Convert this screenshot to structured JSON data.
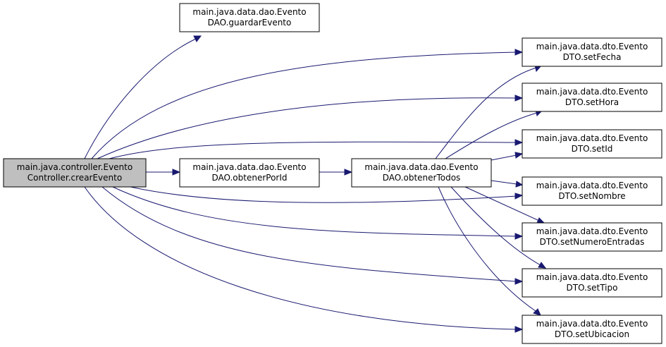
{
  "colors": {
    "edge": "#191970",
    "node_border": "#000000",
    "node_fill": "#ffffff",
    "root_fill": "#bfbfbf",
    "text": "#000000"
  },
  "nodes": {
    "crear": {
      "line1": "main.java.controller.Evento",
      "line2": "Controller.crearEvento",
      "highlight": true
    },
    "guardar": {
      "line1": "main.java.data.dao.Evento",
      "line2": "DAO.guardarEvento"
    },
    "porId": {
      "line1": "main.java.data.dao.Evento",
      "line2": "DAO.obtenerPorId"
    },
    "todos": {
      "line1": "main.java.data.dao.Evento",
      "line2": "DAO.obtenerTodos"
    },
    "setFecha": {
      "line1": "main.java.data.dto.Evento",
      "line2": "DTO.setFecha"
    },
    "setHora": {
      "line1": "main.java.data.dto.Evento",
      "line2": "DTO.setHora"
    },
    "setId": {
      "line1": "main.java.data.dto.Evento",
      "line2": "DTO.setId"
    },
    "setNombre": {
      "line1": "main.java.data.dto.Evento",
      "line2": "DTO.setNombre"
    },
    "setNumeroEntradas": {
      "line1": "main.java.data.dto.Evento",
      "line2": "DTO.setNumeroEntradas"
    },
    "setTipo": {
      "line1": "main.java.data.dto.Evento",
      "line2": "DTO.setTipo"
    },
    "setUbicacion": {
      "line1": "main.java.data.dto.Evento",
      "line2": "DTO.setUbicacion"
    }
  },
  "edges": [
    {
      "from": "crear",
      "to": "guardar"
    },
    {
      "from": "crear",
      "to": "setFecha"
    },
    {
      "from": "crear",
      "to": "setHora"
    },
    {
      "from": "crear",
      "to": "setId"
    },
    {
      "from": "crear",
      "to": "porId"
    },
    {
      "from": "crear",
      "to": "setNombre"
    },
    {
      "from": "crear",
      "to": "setNumeroEntradas"
    },
    {
      "from": "crear",
      "to": "setTipo"
    },
    {
      "from": "crear",
      "to": "setUbicacion"
    },
    {
      "from": "porId",
      "to": "todos"
    },
    {
      "from": "todos",
      "to": "setFecha"
    },
    {
      "from": "todos",
      "to": "setHora"
    },
    {
      "from": "todos",
      "to": "setId"
    },
    {
      "from": "todos",
      "to": "setNombre"
    },
    {
      "from": "todos",
      "to": "setNumeroEntradas"
    },
    {
      "from": "todos",
      "to": "setTipo"
    },
    {
      "from": "todos",
      "to": "setUbicacion"
    }
  ]
}
